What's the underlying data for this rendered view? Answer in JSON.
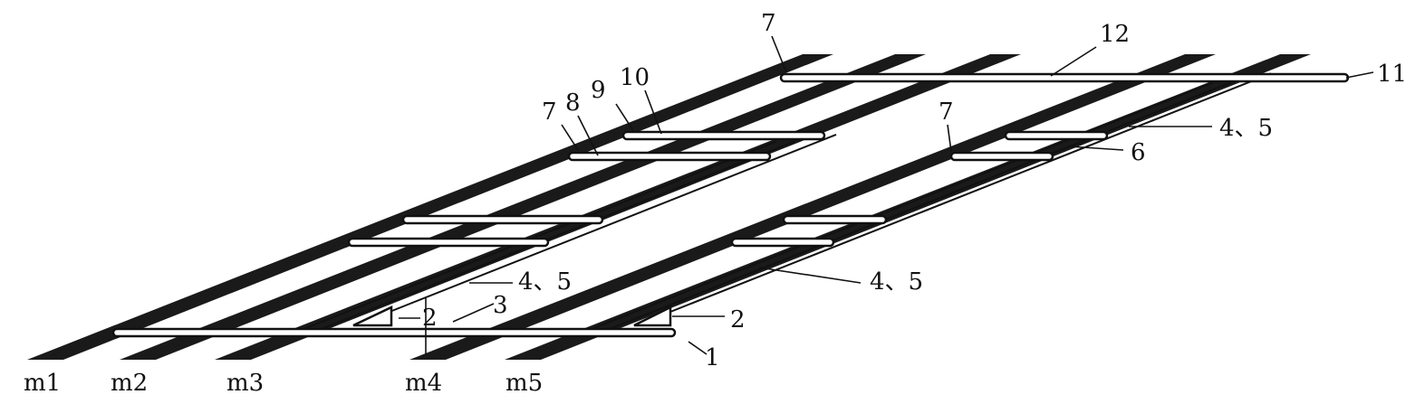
{
  "figure": {
    "seam_labels": [
      "m1",
      "m2",
      "m3",
      "m4",
      "m5"
    ],
    "part_labels": {
      "p1": "1",
      "p2a": "2",
      "p2b": "2",
      "p3": "3",
      "p45a": "4、5",
      "p45b": "4、5",
      "p45c": "4、5",
      "p6": "6",
      "p7a": "7",
      "p7b": "7",
      "p7c": "7",
      "p8": "8",
      "p9": "9",
      "p10": "10",
      "p11": "11",
      "p12": "12"
    },
    "colors": {
      "seam": "#1a1a1a",
      "line": "#111111",
      "background": "#ffffff"
    }
  }
}
